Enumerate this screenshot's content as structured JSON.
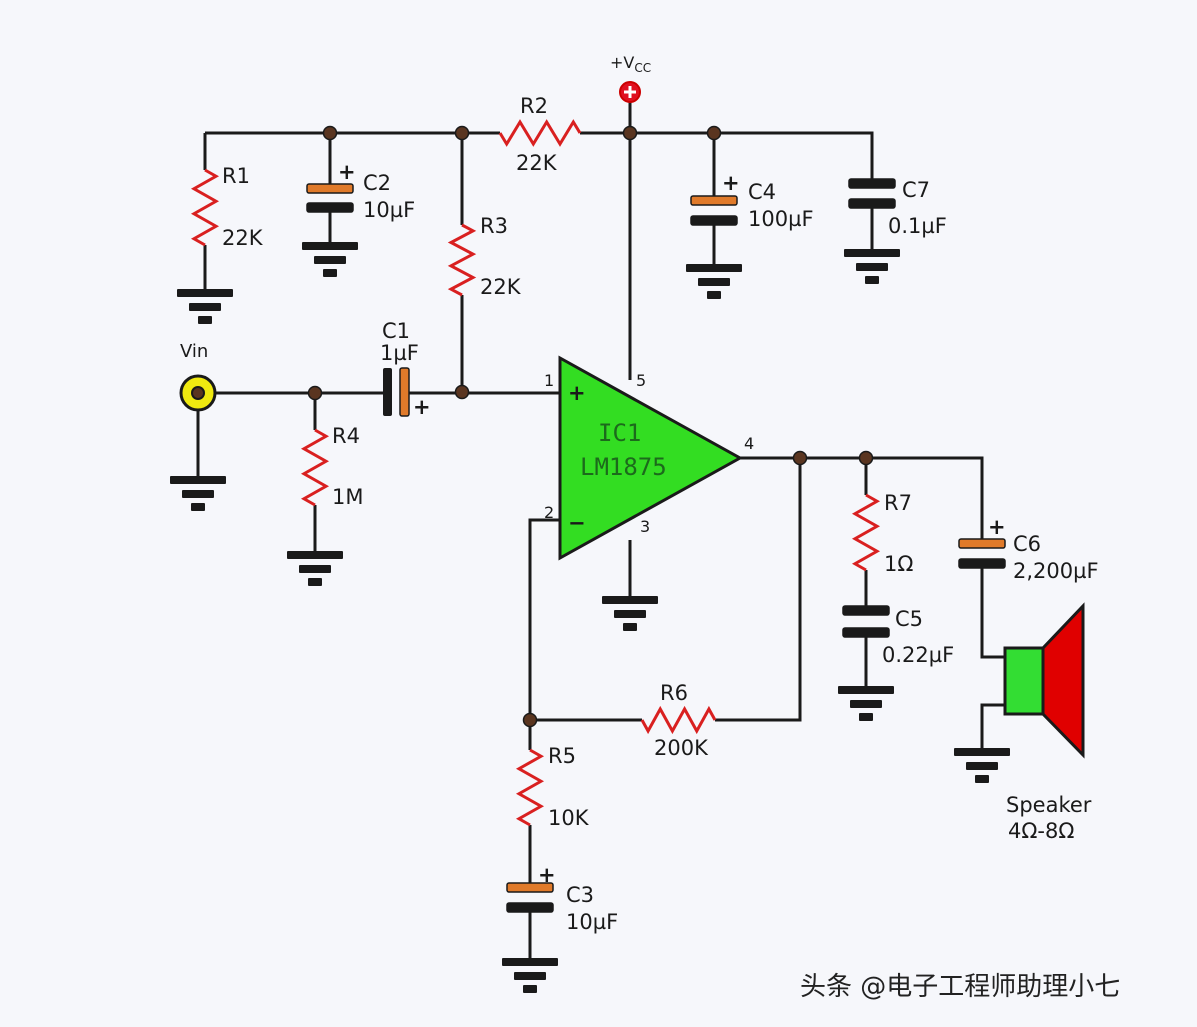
{
  "supply": {
    "label": "+V",
    "sub": "CC"
  },
  "input": {
    "label": "Vin"
  },
  "ic": {
    "name": "IC1",
    "part": "LM1875",
    "pins": {
      "p1": "1",
      "p2": "2",
      "p3": "3",
      "p4": "4",
      "p5": "5"
    },
    "plus": "+",
    "minus": "−"
  },
  "resistors": {
    "r1": {
      "name": "R1",
      "value": "22K"
    },
    "r2": {
      "name": "R2",
      "value": "22K"
    },
    "r3": {
      "name": "R3",
      "value": "22K"
    },
    "r4": {
      "name": "R4",
      "value": "1M"
    },
    "r5": {
      "name": "R5",
      "value": "10K"
    },
    "r6": {
      "name": "R6",
      "value": "200K"
    },
    "r7": {
      "name": "R7",
      "value": "1Ω"
    }
  },
  "capacitors": {
    "c1": {
      "name": "C1",
      "value": "1µF",
      "polarity": "+"
    },
    "c2": {
      "name": "C2",
      "value": "10µF",
      "polarity": "+"
    },
    "c3": {
      "name": "C3",
      "value": "10µF",
      "polarity": "+"
    },
    "c4": {
      "name": "C4",
      "value": "100µF",
      "polarity": "+"
    },
    "c5": {
      "name": "C5",
      "value": "0.22µF"
    },
    "c6": {
      "name": "C6",
      "value": "2,200µF",
      "polarity": "+"
    },
    "c7": {
      "name": "C7",
      "value": "0.1µF"
    }
  },
  "speaker": {
    "label": "Speaker",
    "value": "4Ω-8Ω"
  },
  "watermark": "头条 @电子工程师助理小七",
  "colors": {
    "wire": "#1a1a1a",
    "resistor": "#d92020",
    "polar_plate": "#e07a2a",
    "opamp": "#33dd22",
    "speaker_cone": "#e00000",
    "speaker_magnet": "#33dd33",
    "vin_jack": "#f0ea10",
    "vcc_terminal": "#e01020",
    "junction": "#5a3520"
  }
}
